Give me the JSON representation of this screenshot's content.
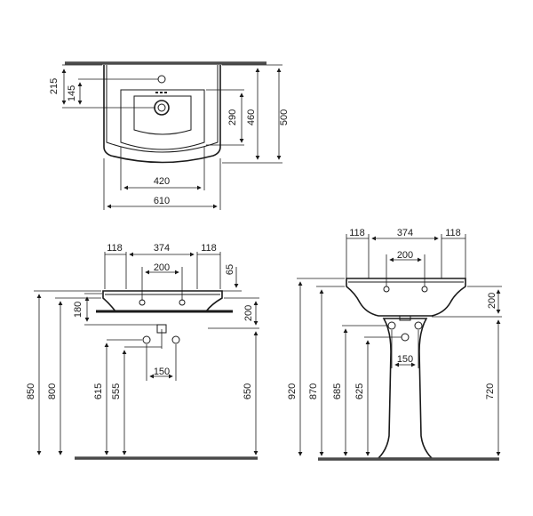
{
  "colors": {
    "line": "#1a1a1a",
    "floor": "#4a4a4a",
    "background": "#ffffff"
  },
  "top_view": {
    "dim_215": "215",
    "dim_145": "145",
    "dim_290": "290",
    "dim_460": "460",
    "dim_500": "500",
    "dim_420": "420",
    "dim_610": "610"
  },
  "front_view": {
    "dim_118_left": "118",
    "dim_374": "374",
    "dim_118_right": "118",
    "dim_200_top": "200",
    "dim_65": "65",
    "dim_180": "180",
    "dim_200_side": "200",
    "dim_150": "150",
    "dim_850": "850",
    "dim_800": "800",
    "dim_615": "615",
    "dim_555": "555",
    "dim_650": "650"
  },
  "pedestal_view": {
    "dim_118_left": "118",
    "dim_374": "374",
    "dim_118_right": "118",
    "dim_200_top": "200",
    "dim_200_side": "200",
    "dim_150": "150",
    "dim_920": "920",
    "dim_870": "870",
    "dim_685": "685",
    "dim_625": "625",
    "dim_720": "720"
  }
}
